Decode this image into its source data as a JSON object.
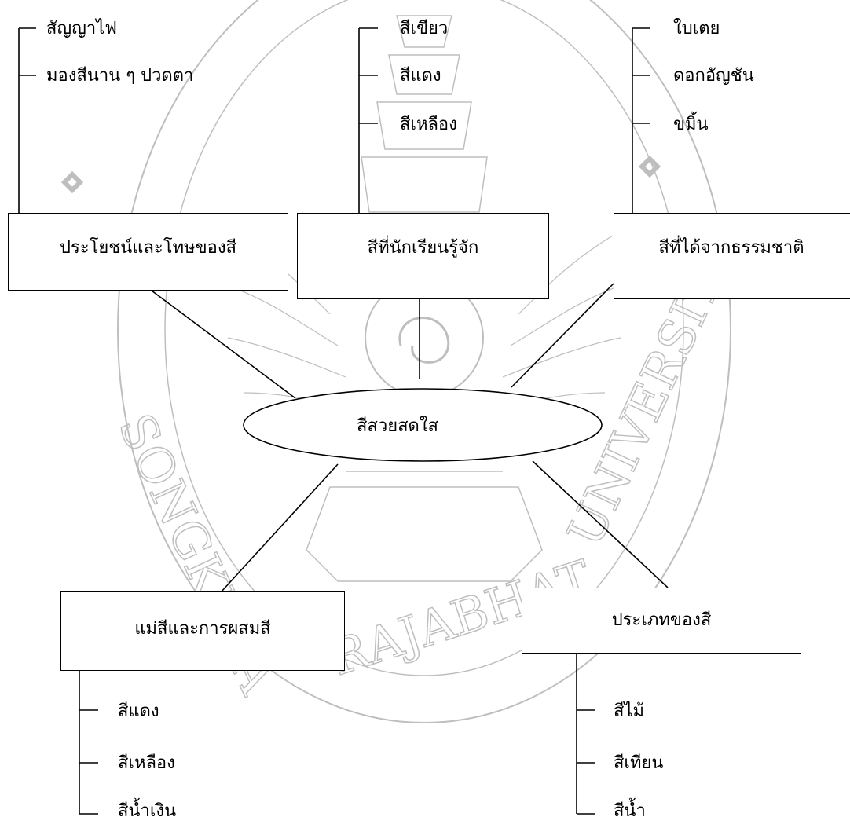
{
  "center": {
    "label": "สีสวยสดใส"
  },
  "branches": {
    "benefits": {
      "title": "ประโยชน์และโทษของสี",
      "items": [
        "สัญญาไฟ",
        "มองสีนาน ๆ ปวดตา"
      ]
    },
    "known_colors": {
      "title": "สีที่นักเรียนรู้จัก",
      "items": [
        "สีเขียว",
        "สีแดง",
        "สีเหลือง"
      ]
    },
    "natural_colors": {
      "title": "สีที่ได้จากธรรมชาติ",
      "items": [
        "ใบเตย",
        "ดอกอัญชัน",
        "ขมิ้น"
      ]
    },
    "primary_mixing": {
      "title": "แม่สีและการผสมสี",
      "items": [
        "สีแดง",
        "สีเหลือง",
        "สีน้ำเงิน"
      ]
    },
    "types": {
      "title": "ประเภทของสี",
      "items": [
        "สีไม้",
        "สีเทียน",
        "สีน้ำ"
      ]
    }
  },
  "watermark": {
    "text_left": "SONGKHLA",
    "text_right": "UNIVERSITY",
    "text_bottom": "RAJABHAT"
  },
  "colors": {
    "lines": "#000000",
    "watermark": "#8a8a8a"
  }
}
